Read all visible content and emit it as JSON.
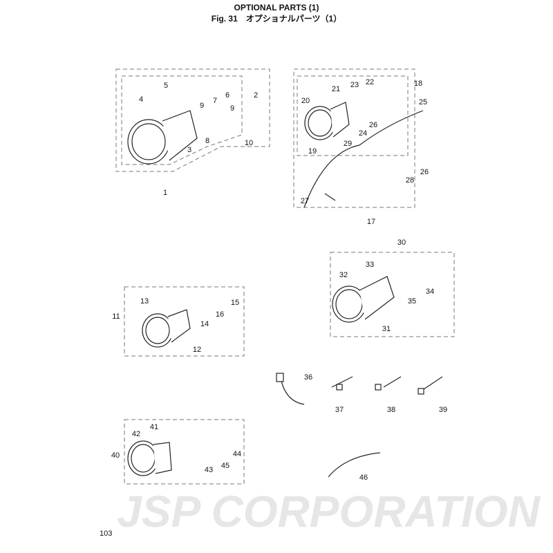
{
  "header": {
    "title": "OPTIONAL PARTS (1)",
    "subtitle": "Fig. 31　オプショナルパーツ（1）"
  },
  "watermark": "JSP CORPORATION",
  "page_number": "103",
  "groups": {
    "a": [
      "5",
      "4",
      "2",
      "9",
      "7",
      "6",
      "9",
      "8",
      "10",
      "3",
      "1"
    ],
    "b": [
      "18",
      "23",
      "22",
      "21",
      "20",
      "25",
      "26",
      "24",
      "29",
      "19",
      "26",
      "28",
      "27",
      "17"
    ],
    "c": [
      "30",
      "33",
      "32",
      "34",
      "35",
      "31"
    ],
    "d": [
      "13",
      "15",
      "16",
      "11",
      "14",
      "12"
    ],
    "loose": [
      "36",
      "37",
      "38",
      "39",
      "46"
    ],
    "e": [
      "41",
      "42",
      "40",
      "44",
      "43",
      "45"
    ]
  }
}
